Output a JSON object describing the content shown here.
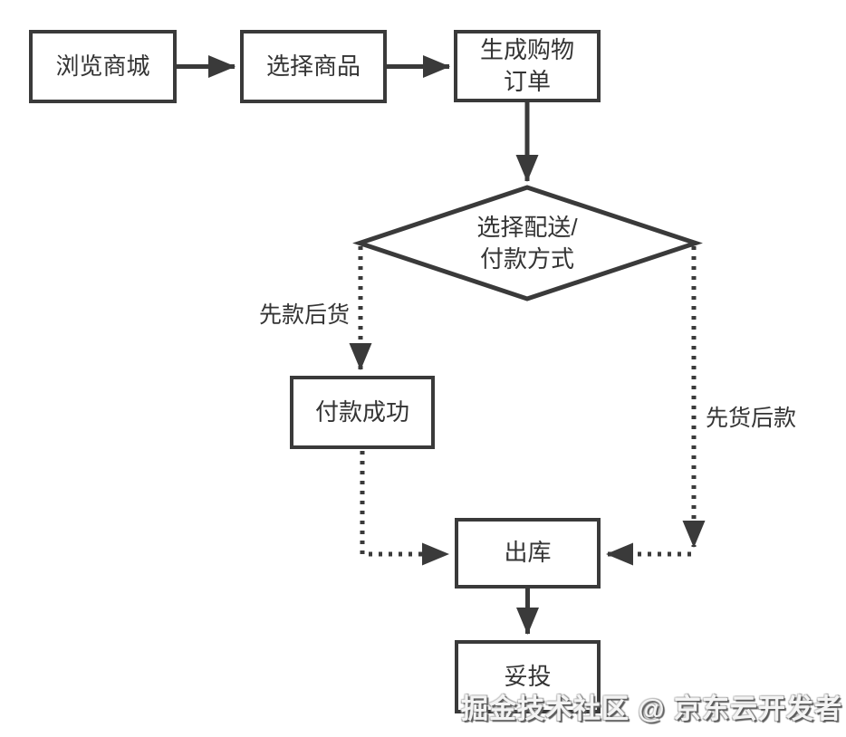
{
  "diagram": {
    "background_color": "#ffffff",
    "stroke_color": "#3a3a3a",
    "text_color": "#343434",
    "type": "flowchart",
    "nodes": [
      {
        "id": "browse-mall",
        "shape": "rect",
        "label": "浏览商城"
      },
      {
        "id": "select-product",
        "shape": "rect",
        "label": "选择商品"
      },
      {
        "id": "create-order",
        "shape": "rect",
        "label": "生成购物\n订单"
      },
      {
        "id": "choose-delivery",
        "shape": "diamond",
        "label": "选择配送/\n付款方式"
      },
      {
        "id": "payment-success",
        "shape": "rect",
        "label": "付款成功"
      },
      {
        "id": "outbound",
        "shape": "rect",
        "label": "出库"
      },
      {
        "id": "delivered",
        "shape": "rect",
        "label": "妥投"
      }
    ],
    "edges": [
      {
        "from": "browse-mall",
        "to": "select-product",
        "style": "solid",
        "label": ""
      },
      {
        "from": "select-product",
        "to": "create-order",
        "style": "solid",
        "label": ""
      },
      {
        "from": "create-order",
        "to": "choose-delivery",
        "style": "solid",
        "label": ""
      },
      {
        "from": "choose-delivery",
        "to": "payment-success",
        "style": "dotted",
        "label": "先款后货"
      },
      {
        "from": "choose-delivery",
        "to": "outbound",
        "style": "dotted",
        "label": "先货后款"
      },
      {
        "from": "payment-success",
        "to": "outbound",
        "style": "dotted",
        "label": ""
      },
      {
        "from": "outbound",
        "to": "delivered",
        "style": "solid",
        "label": ""
      }
    ],
    "edge_labels": [
      {
        "id": "pay-first",
        "label": "先款后货"
      },
      {
        "id": "goods-first",
        "label": "先货后款"
      }
    ],
    "watermark": "掘金技术社区 @ 京东云开发者"
  }
}
